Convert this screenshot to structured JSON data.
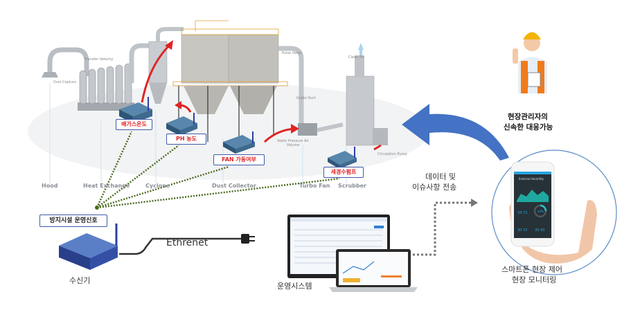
{
  "stages": [
    "Hood",
    "Heat Exchange",
    "Cyclone",
    "Dust Collector",
    "Turbo Fan",
    "Scrubber"
  ],
  "equipment_notes": [
    "Transfer Velocity",
    "Dust Capture",
    "Pulse Valve",
    "Clean Air",
    "Guide Duct",
    "Static Pressure Air Volume",
    "Circulation Pump"
  ],
  "sensors": [
    "배가스온도",
    "PH 농도",
    "FAN 가동여부",
    "세경수펌프"
  ],
  "signal_label": "방지시설 운영신호",
  "receiver_label": "수신기",
  "connection_label": "Ethrenet",
  "system_label": "운영시스템",
  "transfer_label": [
    "데이터 및",
    "이슈사항 전송"
  ],
  "phone_label": [
    "스마트폰 현장 제어",
    "현장 모니터링"
  ],
  "manager_label": [
    "현장관리자의",
    "신속한 대응가능"
  ],
  "phone_screen": {
    "title": "External Humidity",
    "values": [
      "34.72",
      "34%",
      "30.72",
      "35.43"
    ]
  },
  "colors": {
    "sensor_text": "#e02424",
    "label_border": "#3c5aa8",
    "arrow_blue": "#4472c4",
    "dotted_green": "#4a6b1f",
    "device": "#3d6a8e"
  }
}
